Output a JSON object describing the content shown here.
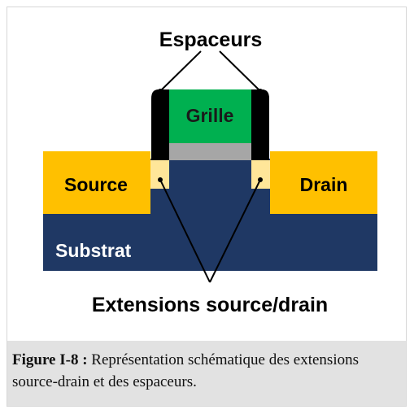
{
  "diagram": {
    "labels": {
      "spacers": "Espaceurs",
      "gate": "Grille",
      "source": "Source",
      "drain": "Drain",
      "substrate": "Substrat",
      "extensions": "Extensions source/drain"
    },
    "colors": {
      "substrate": "#1f3864",
      "source_drain": "#ffc000",
      "gate": "#00b050",
      "gate_oxide": "#a6a6a6",
      "spacer": "#000000",
      "extension": "#ffe699",
      "frame": "#d7d7d7",
      "caption_background": "#e2e2e2"
    }
  },
  "caption": {
    "lead": "Figure I-8 :",
    "text": " Représentation schématique des extensions source-drain et des espaceurs."
  }
}
